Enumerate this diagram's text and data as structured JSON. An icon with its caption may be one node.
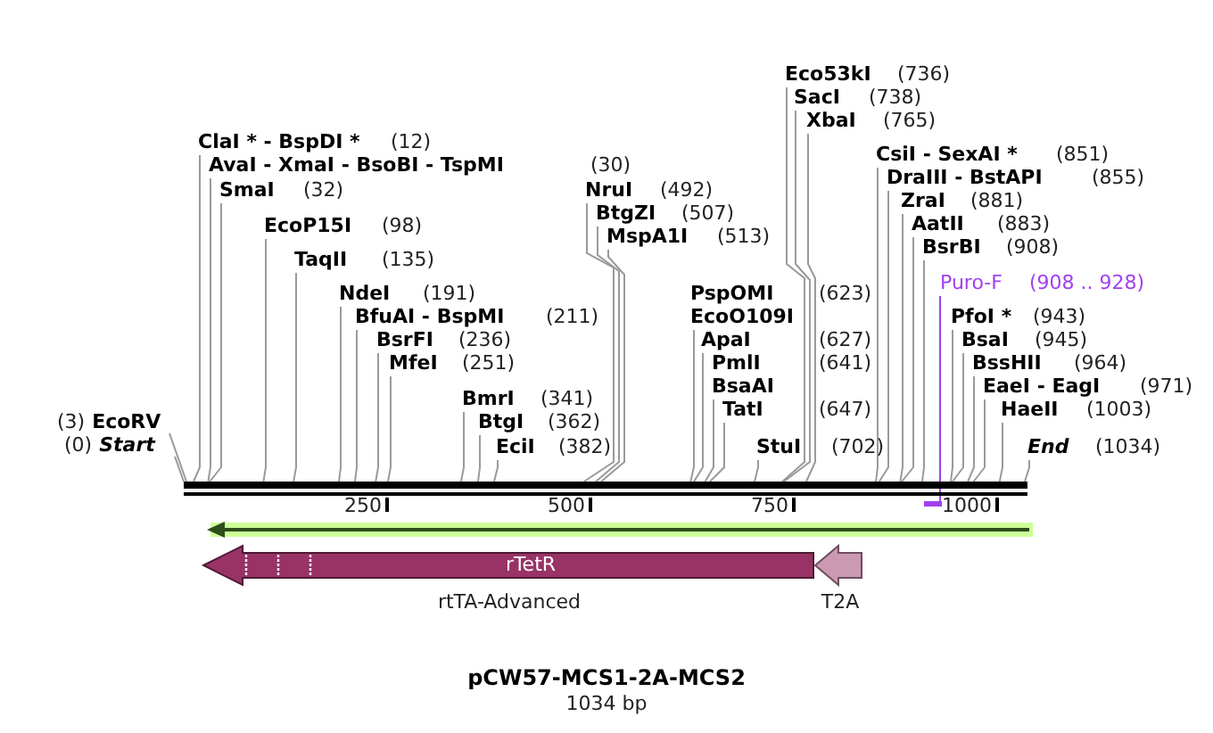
{
  "diagram": {
    "title": "pCW57-MCS1-2A-MCS2",
    "caption": "1034 bp",
    "nodes": [
      {
        "text": [
          "(3)",
          "EcoRV"
        ]
      },
      {
        "text": [
          "(0)",
          "Start"
        ]
      },
      {
        "text": [
          "ClaI * - BspDI *",
          "(12)"
        ]
      },
      {
        "text": [
          "AvaI - XmaI - BsoBI - TspMI",
          "(30)"
        ]
      },
      {
        "text": [
          "SmaI",
          "(32)"
        ]
      },
      {
        "text": [
          "EcoP15I",
          "(98)"
        ]
      },
      {
        "text": [
          "TaqII",
          "(135)"
        ]
      },
      {
        "text": [
          "NdeI",
          "(191)"
        ]
      },
      {
        "text": [
          "BfuAI - BspMI",
          "(211)"
        ]
      },
      {
        "text": [
          "BsrFI",
          "(236)"
        ]
      },
      {
        "text": [
          "MfeI",
          "(251)"
        ]
      },
      {
        "text": [
          "BmrI",
          "(341)"
        ]
      },
      {
        "text": [
          "BtgI",
          "(362)"
        ]
      },
      {
        "text": [
          "EciI",
          "(382)"
        ]
      },
      {
        "text": [
          "NruI",
          "(492)"
        ]
      },
      {
        "text": [
          "BtgZI",
          "(507)"
        ]
      },
      {
        "text": [
          "MspA1I",
          "(513)"
        ]
      },
      {
        "text": [
          "PspOMI",
          "(623)"
        ]
      },
      {
        "text": [
          "EcoO109I"
        ]
      },
      {
        "text": [
          "ApaI",
          "(627)"
        ]
      },
      {
        "text": [
          "PmlI",
          "(641)"
        ]
      },
      {
        "text": [
          "BsaAI"
        ]
      },
      {
        "text": [
          "TatI",
          "(647)"
        ]
      },
      {
        "text": [
          "StuI",
          "(702)"
        ]
      },
      {
        "text": [
          "Eco53kI",
          "(736)"
        ]
      },
      {
        "text": [
          "SacI",
          "(738)"
        ]
      },
      {
        "text": [
          "XbaI",
          "(765)"
        ]
      },
      {
        "text": [
          "CsiI - SexAI *",
          "(851)"
        ]
      },
      {
        "text": [
          "DraIII - BstAPI",
          "(855)"
        ]
      },
      {
        "text": [
          "ZraI",
          "(881)"
        ]
      },
      {
        "text": [
          "AatII",
          "(883)"
        ]
      },
      {
        "text": [
          "BsrBI",
          "(908)"
        ]
      },
      {
        "text": [
          "Puro-F",
          "(908 .. 928)"
        ]
      },
      {
        "text": [
          "PfoI *",
          "(943)"
        ]
      },
      {
        "text": [
          "BsaI",
          "(945)"
        ]
      },
      {
        "text": [
          "BssHII",
          "(964)"
        ]
      },
      {
        "text": [
          "EaeI - EagI",
          "(971)"
        ]
      },
      {
        "text": [
          "HaeII",
          "(1003)"
        ]
      },
      {
        "text": [
          "End",
          "(1034)"
        ]
      },
      {
        "text": [],
        "shape": "bar"
      },
      {
        "text": [],
        "shape": "bar"
      },
      {
        "text": [
          "rTetR",
          "rtTA-Advanced"
        ]
      },
      {
        "text": [
          "T2A"
        ]
      }
    ],
    "edges": [
      {
        "from": 0,
        "to": 39,
        "arrow": "none"
      },
      {
        "from": 1,
        "to": 39,
        "arrow": "none"
      },
      {
        "from": 2,
        "to": 39,
        "arrow": "none"
      },
      {
        "from": 3,
        "to": 39,
        "arrow": "none"
      },
      {
        "from": 4,
        "to": 39,
        "arrow": "none"
      },
      {
        "from": 5,
        "to": 39,
        "arrow": "none"
      },
      {
        "from": 6,
        "to": 39,
        "arrow": "none"
      },
      {
        "from": 7,
        "to": 39,
        "arrow": "none"
      },
      {
        "from": 8,
        "to": 39,
        "arrow": "none"
      },
      {
        "from": 9,
        "to": 39,
        "arrow": "none"
      },
      {
        "from": 10,
        "to": 39,
        "arrow": "none"
      },
      {
        "from": 11,
        "to": 39,
        "arrow": "none"
      },
      {
        "from": 12,
        "to": 39,
        "arrow": "none"
      },
      {
        "from": 13,
        "to": 39,
        "arrow": "none"
      },
      {
        "from": 14,
        "to": 39,
        "arrow": "none"
      },
      {
        "from": 15,
        "to": 39,
        "arrow": "none"
      },
      {
        "from": 16,
        "to": 39,
        "arrow": "none"
      },
      {
        "from": 18,
        "to": 39,
        "arrow": "none"
      },
      {
        "from": 19,
        "to": 39,
        "arrow": "none"
      },
      {
        "from": 21,
        "to": 39,
        "arrow": "none"
      },
      {
        "from": 22,
        "to": 39,
        "arrow": "none"
      },
      {
        "from": 23,
        "to": 39,
        "arrow": "none"
      },
      {
        "from": 24,
        "to": 39,
        "arrow": "none"
      },
      {
        "from": 25,
        "to": 39,
        "arrow": "none"
      },
      {
        "from": 26,
        "to": 39,
        "arrow": "none"
      },
      {
        "from": 27,
        "to": 39,
        "arrow": "none"
      },
      {
        "from": 28,
        "to": 39,
        "arrow": "none"
      },
      {
        "from": 29,
        "to": 39,
        "arrow": "none"
      },
      {
        "from": 30,
        "to": 39,
        "arrow": "none"
      },
      {
        "from": 31,
        "to": 39,
        "arrow": "none"
      },
      {
        "from": 32,
        "to": 40,
        "arrow": "none",
        "color": "#a040f0"
      },
      {
        "from": 33,
        "to": 39,
        "arrow": "none"
      },
      {
        "from": 34,
        "to": 39,
        "arrow": "none"
      },
      {
        "from": 35,
        "to": 39,
        "arrow": "none"
      },
      {
        "from": 36,
        "to": 39,
        "arrow": "none"
      },
      {
        "from": 37,
        "to": 39,
        "arrow": "none"
      },
      {
        "from": 38,
        "to": 39,
        "arrow": "none"
      }
    ],
    "labels": [
      "250",
      "500",
      "750",
      "1000"
    ]
  }
}
